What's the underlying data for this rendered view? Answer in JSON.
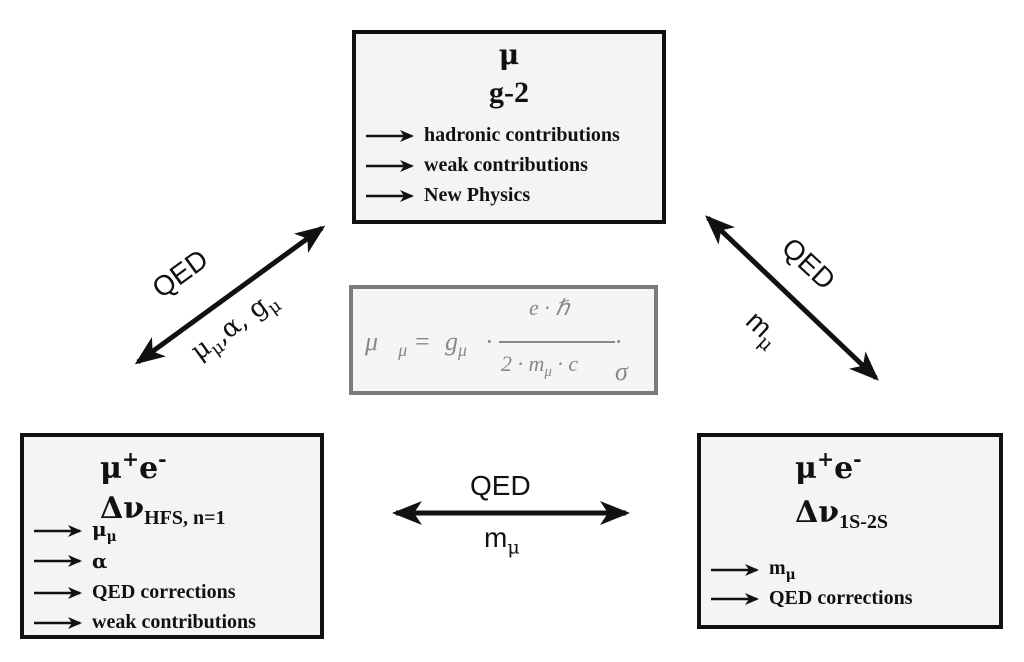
{
  "g2_box": {
    "symbol": "μ",
    "title": "g-2",
    "items": [
      "hadronic contributions",
      "weak contributions",
      "New Physics"
    ]
  },
  "hfs_box": {
    "atom": "μ",
    "atom_sup1": "+",
    "atom_e": "e",
    "atom_sup2": "-",
    "delta_nu": "Δν",
    "delta_sub": "HFS, n=1",
    "items": [
      "μ",
      "α",
      "QED corrections",
      "weak contributions"
    ],
    "item0_sub": "μ"
  },
  "s12_box": {
    "atom": "μ",
    "atom_sup1": "+",
    "atom_e": "e",
    "atom_sup2": "-",
    "delta_nu": "Δν",
    "delta_sub": "1S-2S",
    "items": [
      "m",
      "QED corrections"
    ],
    "item0_sub": "μ"
  },
  "formula": {
    "mu_vec": "μ⃗",
    "mu_sub": "μ",
    "equals": "=",
    "g": "g",
    "g_sub": "μ",
    "dot": "·",
    "numerator": "e · ℏ",
    "denominator": "2 · m",
    "den_sub": "μ",
    "den_tail": "· c",
    "sigma": "· σ⃗"
  },
  "left_arrow": {
    "qed": "QED",
    "params": "μ",
    "params_sub": "μ",
    "params_tail": ",α, g",
    "params_sub2": "μ"
  },
  "right_arrow": {
    "qed": "QED",
    "param": "m",
    "param_sub": "μ"
  },
  "bottom_arrow": {
    "qed": "QED",
    "param": "m",
    "param_sub": "μ"
  },
  "colors": {
    "ink": "#111111",
    "box_fill": "#f4f4f4",
    "formula_border": "#7a7a7a",
    "formula_text": "#888888"
  }
}
